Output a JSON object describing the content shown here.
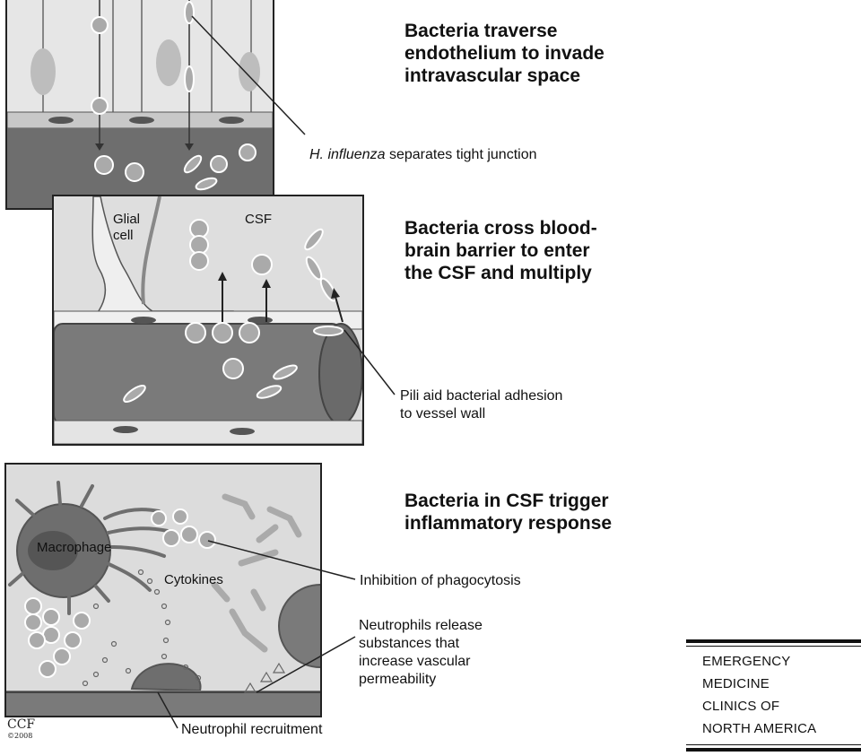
{
  "panels": {
    "panel1": {
      "heading": "Bacteria traverse\nendothelium to invade\nintravascular space",
      "callout_italic": "H. influenza",
      "callout_rest": " separates tight junction"
    },
    "panel2": {
      "heading": "Bacteria cross blood-\nbrain barrier to enter\nthe CSF and multiply",
      "label_glial": "Glial\ncell",
      "label_csf": "CSF",
      "callout": "Pili aid bacterial adhesion\nto vessel wall"
    },
    "panel3": {
      "heading": "Bacteria in CSF trigger\ninflammatory response",
      "label_macrophage": "Macrophage",
      "label_cytokines": "Cytokines",
      "callout_phagocytosis": "Inhibition of phagocytosis",
      "callout_neutrophils": "Neutrophils release\nsubstances that\nincrease vascular\npermeability",
      "callout_recruitment": "Neutrophil recruitment"
    }
  },
  "journal": {
    "line1": "EMERGENCY",
    "line2": "MEDICINE",
    "line3": "CLINICS OF",
    "line4": "NORTH AMERICA"
  },
  "credit": {
    "main": "CCF",
    "year": "©2008"
  }
}
